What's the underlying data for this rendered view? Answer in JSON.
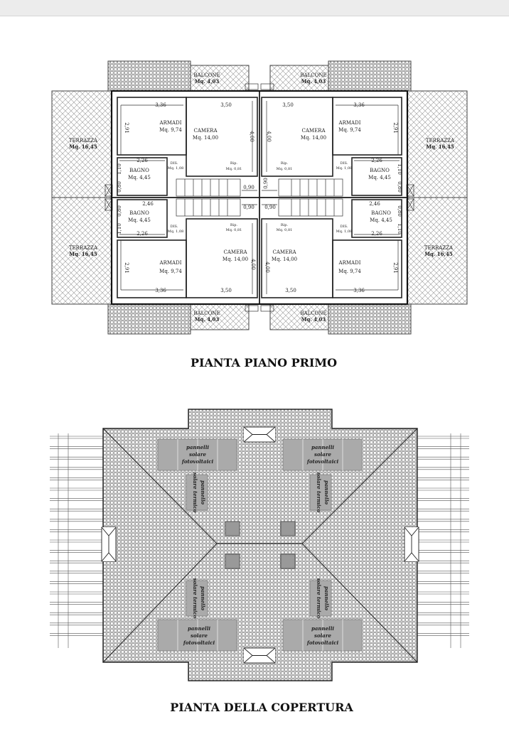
{
  "plan1": {
    "title": "PIANTA PIANO PRIMO",
    "quadrants": [
      {
        "terrazza": {
          "name": "TERRAZZA",
          "area": "Mq. 16,45"
        },
        "balcone": {
          "name": "BALCONE",
          "area": "Mq. 4,03"
        },
        "armadi": {
          "name": "ARMADI",
          "area": "Mq. 9,74"
        },
        "camera": {
          "name": "CAMERA",
          "area": "Mq. 14,00"
        },
        "bagno": {
          "name": "BAGNO",
          "area": "Mq. 4,45"
        },
        "dis": {
          "name": "DIS.",
          "area": "Mq. 1,08"
        },
        "rip": {
          "name": "Rip.",
          "area": "Mq. 0,81"
        },
        "dims": {
          "a": "3,36",
          "b": "3,50",
          "c": "2,91",
          "d": "4,00",
          "e": "2,26",
          "f": "1,10",
          "g": "0,80",
          "h": "0,90"
        }
      },
      {
        "terrazza": {
          "name": "TERRAZZA",
          "area": "Mq. 16,45"
        },
        "balcone": {
          "name": "BALCONE",
          "area": "Mq. 4,03"
        },
        "armadi": {
          "name": "ARMADI",
          "area": "Mq. 9,74"
        },
        "camera": {
          "name": "CAMERA",
          "area": "Mq. 14,00"
        },
        "bagno": {
          "name": "BAGNO",
          "area": "Mq. 4,45"
        },
        "dis": {
          "name": "DIS.",
          "area": "Mq. 1,08"
        },
        "rip": {
          "name": "Rip.",
          "area": "Mq. 0,81"
        },
        "dims": {
          "a": "3,36",
          "b": "3,50",
          "c": "2,91",
          "d": "4,00",
          "e": "2,26",
          "f": "1,10",
          "g": "0,80",
          "h": "0,90"
        }
      },
      {
        "terrazza": {
          "name": "TERRAZZA",
          "area": "Mq. 16,45"
        },
        "balcone": {
          "name": "BALCONE",
          "area": "Mq. 4,03"
        },
        "armadi": {
          "name": "ARMADI",
          "area": "Mq. 9,74"
        },
        "camera": {
          "name": "CAMERA",
          "area": "Mq. 14,00"
        },
        "bagno": {
          "name": "BAGNO",
          "area": "Mq. 4,45"
        },
        "dis": {
          "name": "DIS.",
          "area": "Mq. 1,08"
        },
        "rip": {
          "name": "Rip.",
          "area": "Mq. 0,81"
        },
        "dims": {
          "a": "3,36",
          "b": "3,50",
          "c": "2,91",
          "d": "4,00",
          "e": "2,26",
          "e2": "2,46",
          "f": "1,10",
          "g": "0,80",
          "h": "0,90"
        }
      },
      {
        "terrazza": {
          "name": "TERRAZZA",
          "area": "Mq. 16,45"
        },
        "balcone": {
          "name": "BALCONE",
          "area": "Mq. 4,03"
        },
        "armadi": {
          "name": "ARMADI",
          "area": "Mq. 9,74"
        },
        "camera": {
          "name": "CAMERA",
          "area": "Mq. 14,00"
        },
        "bagno": {
          "name": "BAGNO",
          "area": "Mq. 4,45"
        },
        "dis": {
          "name": "DIS.",
          "area": "Mq. 1,08"
        },
        "rip": {
          "name": "Rip.",
          "area": "Mq. 0,81"
        },
        "dims": {
          "a": "3,36",
          "b": "3,50",
          "c": "2,91",
          "d": "4,00",
          "e": "2,26",
          "e2": "2,46",
          "f": "1,10",
          "g": "0,80",
          "h": "0,90"
        }
      }
    ]
  },
  "roof": {
    "title": "PIANTA DELLA COPERTURA",
    "pv_label": [
      "pannelli",
      "solare",
      "fotovoltaici"
    ],
    "thermal_label": [
      "pannello",
      "solare termico"
    ]
  },
  "colors": {
    "tile": "#c9c9c9",
    "panel": "#a9a9a9",
    "line": "#222222"
  }
}
